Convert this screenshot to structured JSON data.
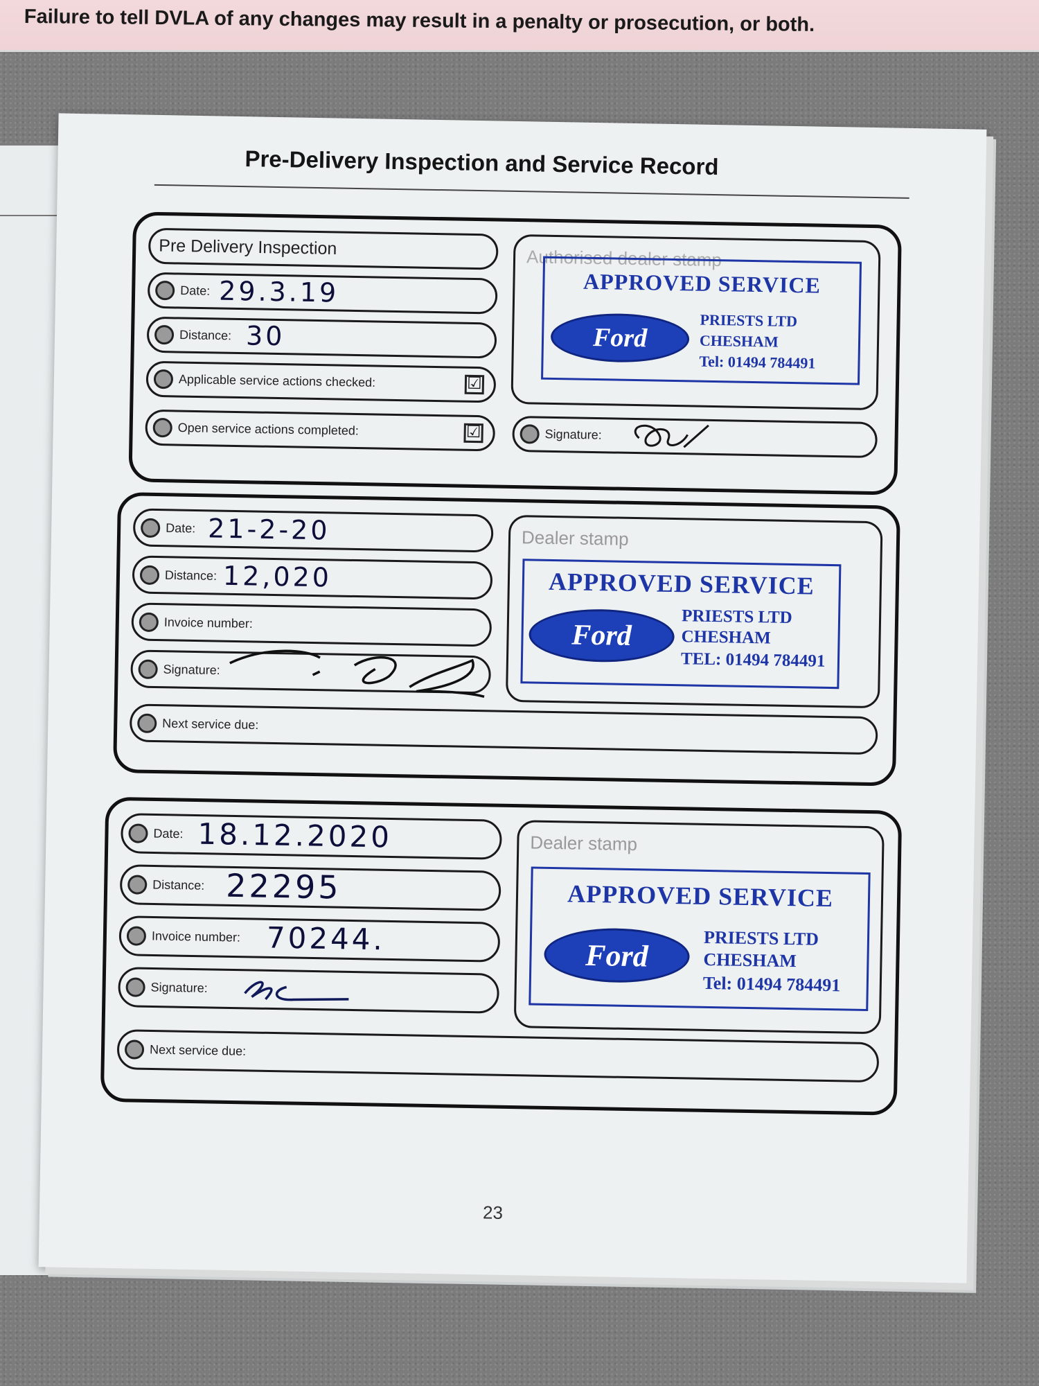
{
  "banner": {
    "text": "Failure to tell DVLA of any changes may result in a penalty or prosecution, or both."
  },
  "page": {
    "title": "Pre-Delivery Inspection and Service Record",
    "number": "23"
  },
  "pdi": {
    "title": "Pre Delivery Inspection",
    "date_label": "Date:",
    "date_value": "29.3.19",
    "distance_label": "Distance:",
    "distance_value": "30",
    "applicable_label": "Applicable service actions checked:",
    "applicable_checked": "☑",
    "open_label": "Open service actions completed:",
    "open_checked": "☑",
    "stamp_caption": "Authorised dealer stamp",
    "signature_label": "Signature:",
    "stamp": {
      "heading": "APPROVED SERVICE",
      "logo": "Ford",
      "line1": "PRIESTS LTD",
      "line2": "CHESHAM",
      "line3": "Tel: 01494 784491"
    }
  },
  "service1": {
    "date_label": "Date:",
    "date_value": "21-2-20",
    "distance_label": "Distance:",
    "distance_value": "12,020",
    "invoice_label": "Invoice number:",
    "signature_label": "Signature:",
    "next_label": "Next service due:",
    "stamp_caption": "Dealer stamp",
    "stamp": {
      "heading": "APPROVED SERVICE",
      "logo": "Ford",
      "line1": "PRIESTS LTD",
      "line2": "CHESHAM",
      "line3": "TEL: 01494 784491"
    }
  },
  "service2": {
    "date_label": "Date:",
    "date_value": "18.12.2020",
    "distance_label": "Distance:",
    "distance_value": "22295",
    "invoice_label": "Invoice number:",
    "invoice_value": "70244.",
    "signature_label": "Signature:",
    "next_label": "Next service due:",
    "stamp_caption": "Dealer stamp",
    "stamp": {
      "heading": "APPROVED SERVICE",
      "logo": "Ford",
      "line1": "PRIESTS LTD",
      "line2": "CHESHAM",
      "line3": "Tel: 01494 784491"
    }
  }
}
